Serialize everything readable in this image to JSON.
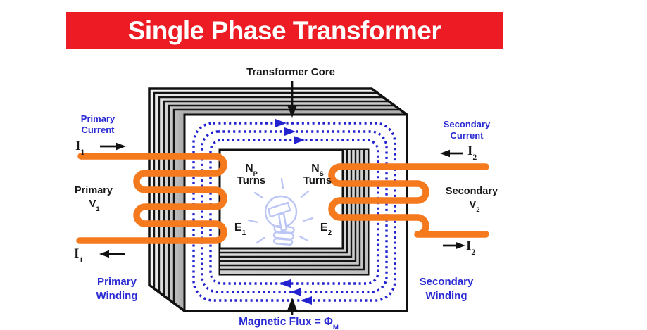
{
  "banner": {
    "title": "Single Phase Transformer"
  },
  "core": {
    "label": "Transformer Core"
  },
  "flux": {
    "label_prefix": "Magnetic Flux = Φ",
    "label_subscript": "M"
  },
  "primary": {
    "current_label_1": "Primary",
    "current_label_2": "Current",
    "current_symbol": "I",
    "current_subscript": "1",
    "side_label": "Primary",
    "voltage_symbol": "V",
    "voltage_subscript": "1",
    "turns_symbol": "N",
    "turns_subscript": "P",
    "turns_word": "Turns",
    "emf_symbol": "E",
    "emf_subscript": "1",
    "winding_label_1": "Primary",
    "winding_label_2": "Winding"
  },
  "secondary": {
    "current_label_1": "Secondary",
    "current_label_2": "Current",
    "current_symbol": "I",
    "current_subscript": "2",
    "side_label": "Secondary",
    "voltage_symbol": "V",
    "voltage_subscript": "2",
    "turns_symbol": "N",
    "turns_subscript": "S",
    "turns_word": "Turns",
    "emf_symbol": "E",
    "emf_subscript": "2",
    "winding_label_1": "Secondary",
    "winding_label_2": "Winding"
  },
  "icons": {
    "bulb": "light-bulb-sketch",
    "core_arrow": "down-arrow",
    "flux_arrow": "up-arrow"
  },
  "colors": {
    "banner-red": "#EC1B24",
    "winding-orange": "#F5791D",
    "flux-blue": "#2222CE",
    "label-blue": "#2B2BD4",
    "text-black": "#1A1A1A",
    "bulb-periwinkle": "#BCC6F5"
  }
}
